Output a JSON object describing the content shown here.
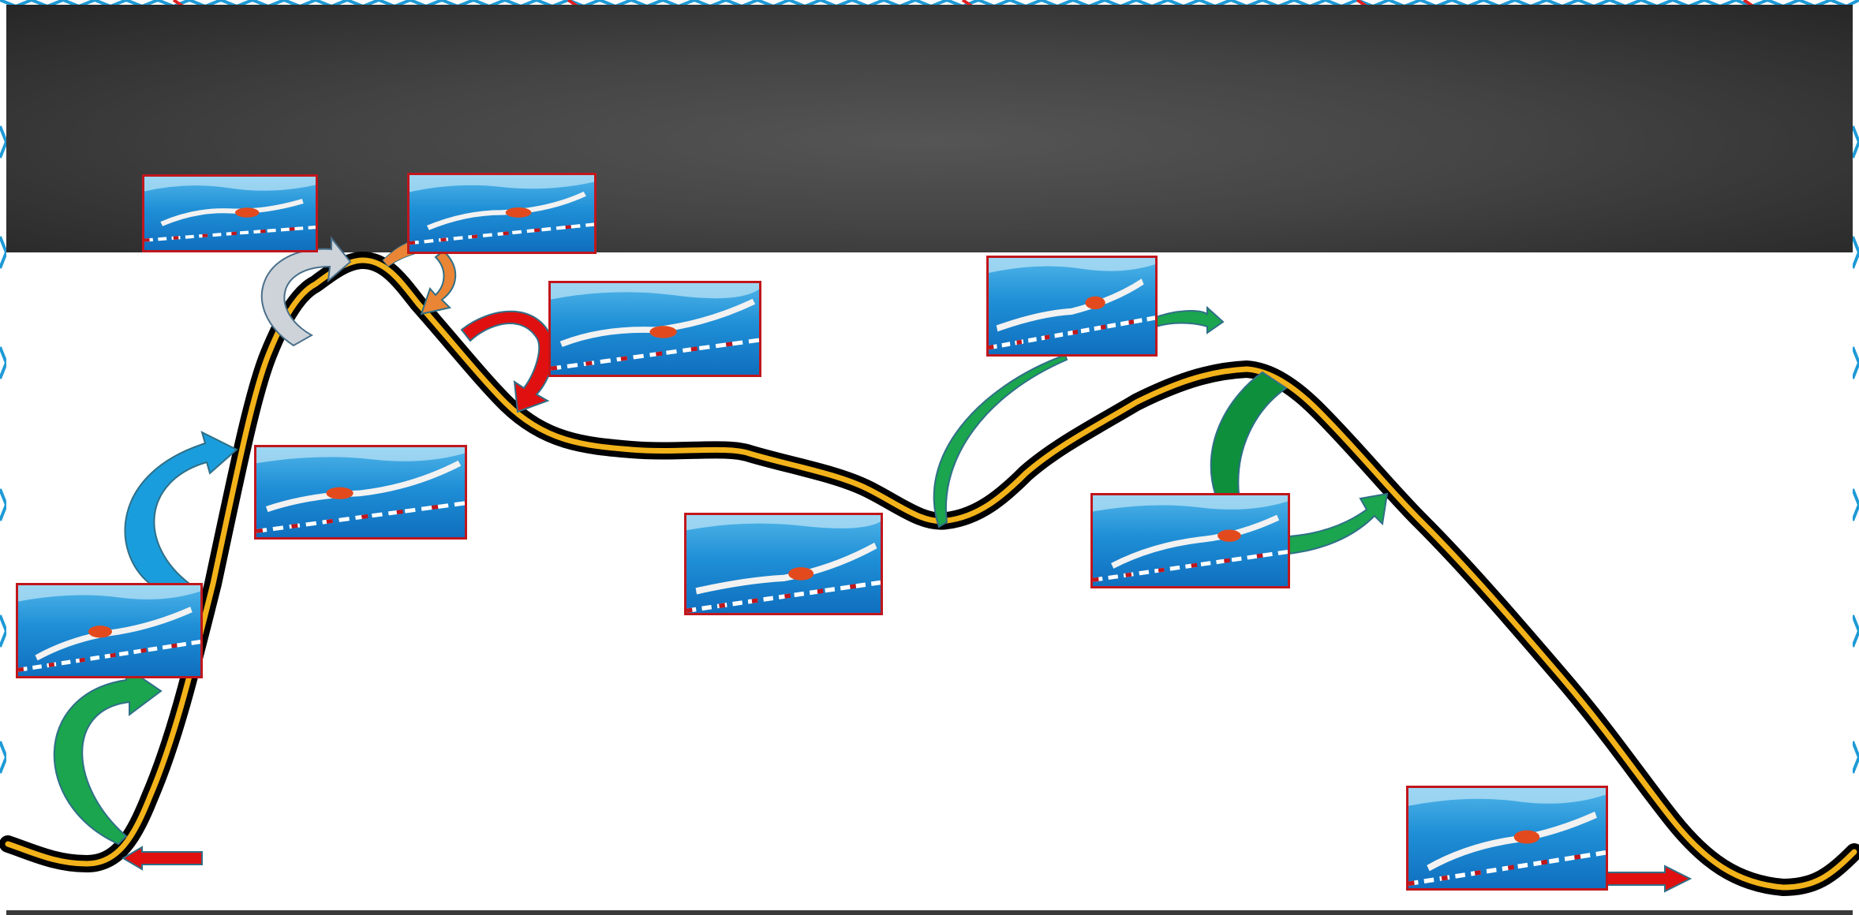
{
  "colors": {
    "header_band": "#444444",
    "curve_core": "#f2b21a",
    "curve_outline": "#000000",
    "frame_border": "#c0161c",
    "pool_water": "#1f8fd6",
    "arrow_green": "#1aa54e",
    "arrow_dark_green": "#0e8f3c",
    "arrow_blue": "#1a9ddc",
    "arrow_red": "#e01010",
    "arrow_orange": "#e98535",
    "arrow_grey": "#cdd3d9",
    "wave_blue": "#1e9ad6",
    "wave_red": "#e02020"
  },
  "icons": {
    "swimmer_photo": "swimmer-photo-icon",
    "curved_arrow": "curved-arrow-icon",
    "straight_arrow": "straight-arrow-icon"
  },
  "frames": [
    {
      "id": "frame-1"
    },
    {
      "id": "frame-2"
    },
    {
      "id": "frame-3"
    },
    {
      "id": "frame-4"
    },
    {
      "id": "frame-5"
    },
    {
      "id": "frame-6"
    },
    {
      "id": "frame-7"
    },
    {
      "id": "frame-8"
    },
    {
      "id": "frame-9"
    }
  ]
}
